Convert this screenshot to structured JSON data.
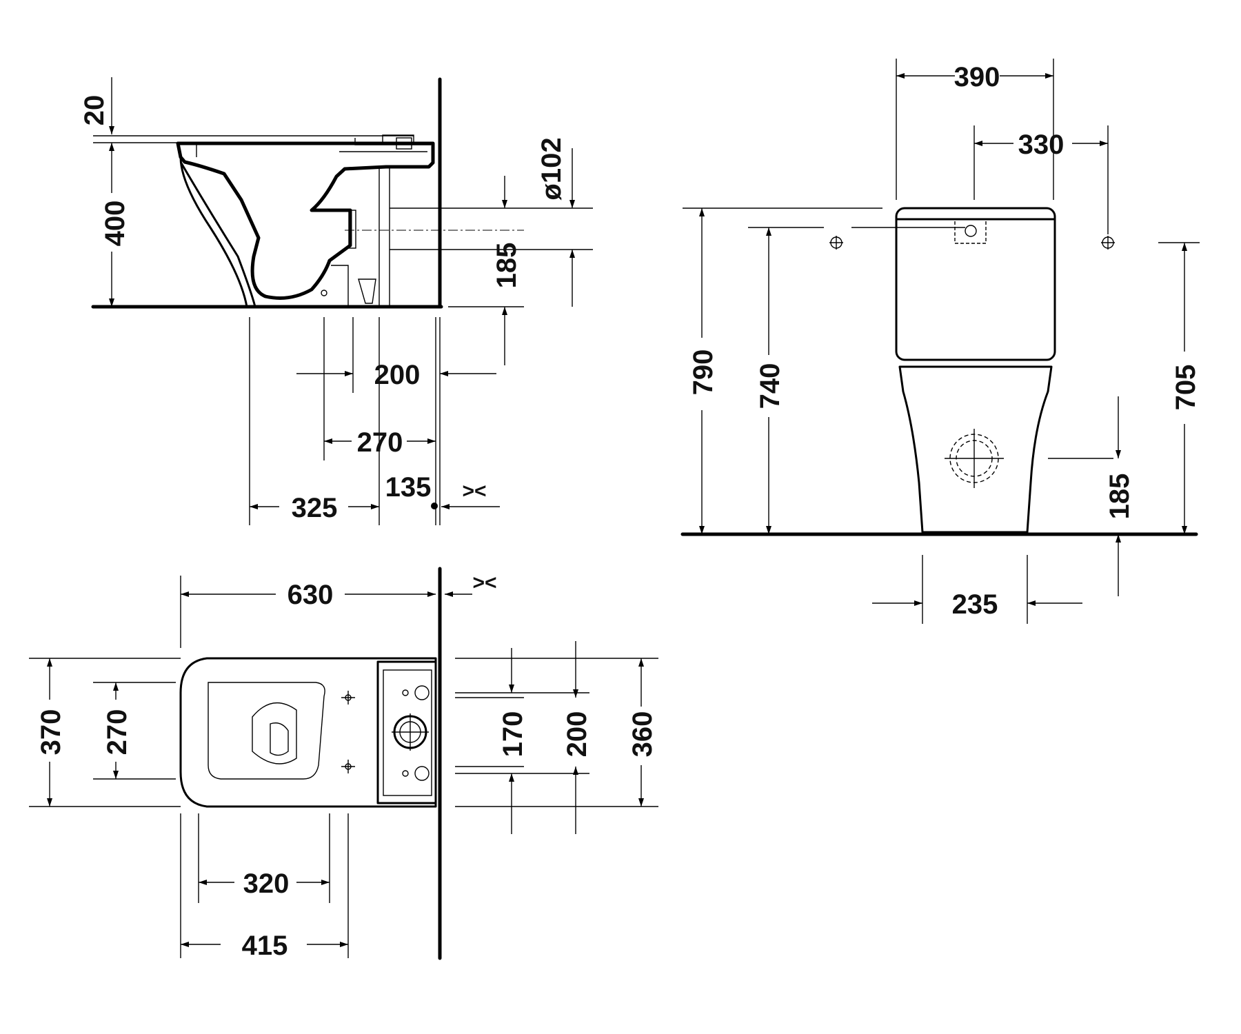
{
  "dimensions": {
    "side_view": {
      "seat_gap": "20",
      "bowl_height": "400",
      "outlet_diameter": "ø102",
      "outlet_height": "185",
      "outlet_to_wall": "200",
      "fixing_to_wall": "270",
      "foot_to_outlet": "325",
      "outlet_center_to_wall": "135",
      "wall_symbol": "><"
    },
    "front_view": {
      "tank_width": "390",
      "fixing_spacing": "330",
      "total_height": "790",
      "flush_height": "740",
      "inlet_height": "705",
      "outlet_height": "185",
      "base_width": "235"
    },
    "top_view": {
      "total_length": "630",
      "wall_symbol": "><",
      "total_width": "370",
      "seat_width": "270",
      "fixing_spacing_a": "320",
      "fixing_spacing_b": "415",
      "tank_fixing_a": "170",
      "tank_fixing_b": "200",
      "tank_width": "360"
    }
  }
}
